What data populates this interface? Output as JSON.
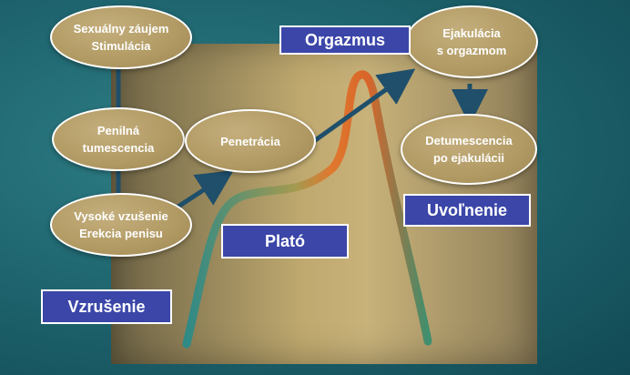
{
  "ellipses": {
    "sexual_interest": "Sexuálny záujem\nStimulácia",
    "penile_tumescence": "Penilná\ntumescencia",
    "high_arousal": "Vysoké vzušenie\nErekcia penisu",
    "penetration": "Penetrácia",
    "ejaculation": "Ejakulácia\ns orgazmom",
    "detumescence": "Detumescencia\npo ejakulácii"
  },
  "phase_labels": {
    "arousal": "Vzrušenie",
    "plateau": "Plató",
    "orgasm": "Orgazmus",
    "resolution": "Uvoľnenie"
  },
  "colors": {
    "background": "#1f6670",
    "panel": "#bfa96f",
    "ellipse_fill": "#b19a63",
    "label_fill": "#3b46a8",
    "arrow": "#1f4f6b",
    "curve_start": "#2f8a86",
    "curve_mid": "#a39a4f",
    "curve_end": "#e0782e"
  }
}
